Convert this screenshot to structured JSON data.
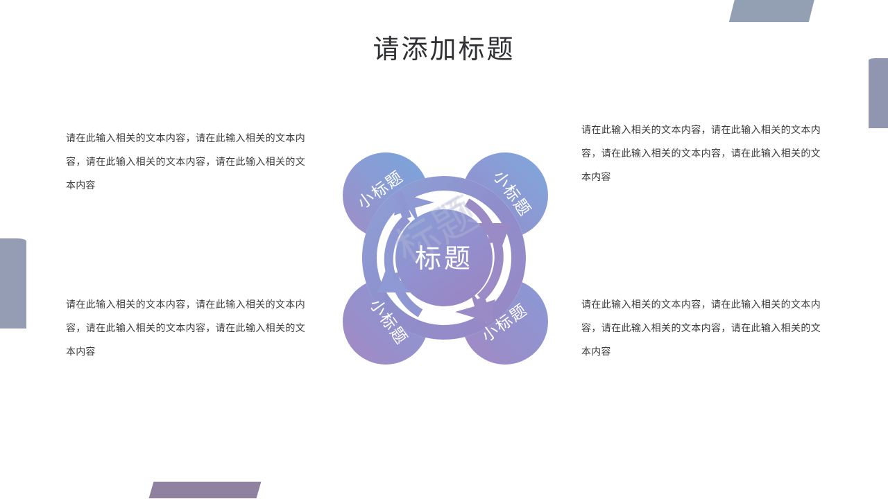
{
  "slide": {
    "background_color": "#ffffff",
    "title": "请添加标题"
  },
  "paragraphs": {
    "top_left": "请在此输入相关的文本内容，请在此输入相关的文本内容，请在此输入相关的文本内容，请在此输入相关的文本内容",
    "top_right": "请在此输入相关的文本内容，请在此输入相关的文本内容，请在此输入相关的文本内容，请在此输入相关的文本内容",
    "bottom_left": "请在此输入相关的文本内容，请在此输入相关的文本内容，请在此输入相关的文本内容，请在此输入相关的文本内容",
    "bottom_right": "请在此输入相关的文本内容，请在此输入相关的文本内容，请在此输入相关的文本内容，请在此输入相关的文本内容"
  },
  "diagram": {
    "center_label": "标题",
    "petals": [
      {
        "position": "top-left",
        "label": "小标题",
        "rotation": -36
      },
      {
        "position": "top-right",
        "label": "小标题",
        "rotation": 54
      },
      {
        "position": "bottom-left",
        "label": "小标题",
        "rotation": 54
      },
      {
        "position": "bottom-right",
        "label": "小标题",
        "rotation": -36
      }
    ],
    "watermark": "标题"
  },
  "colors": {
    "gradient_blue": "#7ba2d8",
    "gradient_purple": "#9b8fc8",
    "center_blue": "#8a9fd4",
    "center_purple": "#9a86c4",
    "ring_purple": "#8f8cc6",
    "text_dark": "#3b3b3d",
    "title_dark": "#2f3033",
    "deco_gray_blue": "#93a0b4",
    "deco_gray_purple": "#9096b0",
    "deco_purple": "#8f82a0"
  },
  "decorations": [
    {
      "name": "top-right-parallelogram",
      "color": "#93a0b4"
    },
    {
      "name": "right-edge-rectangle",
      "color": "#9096b0"
    },
    {
      "name": "left-edge-rectangle",
      "color": "#949db4"
    },
    {
      "name": "bottom-parallelogram",
      "color": "#8f82a0"
    }
  ]
}
